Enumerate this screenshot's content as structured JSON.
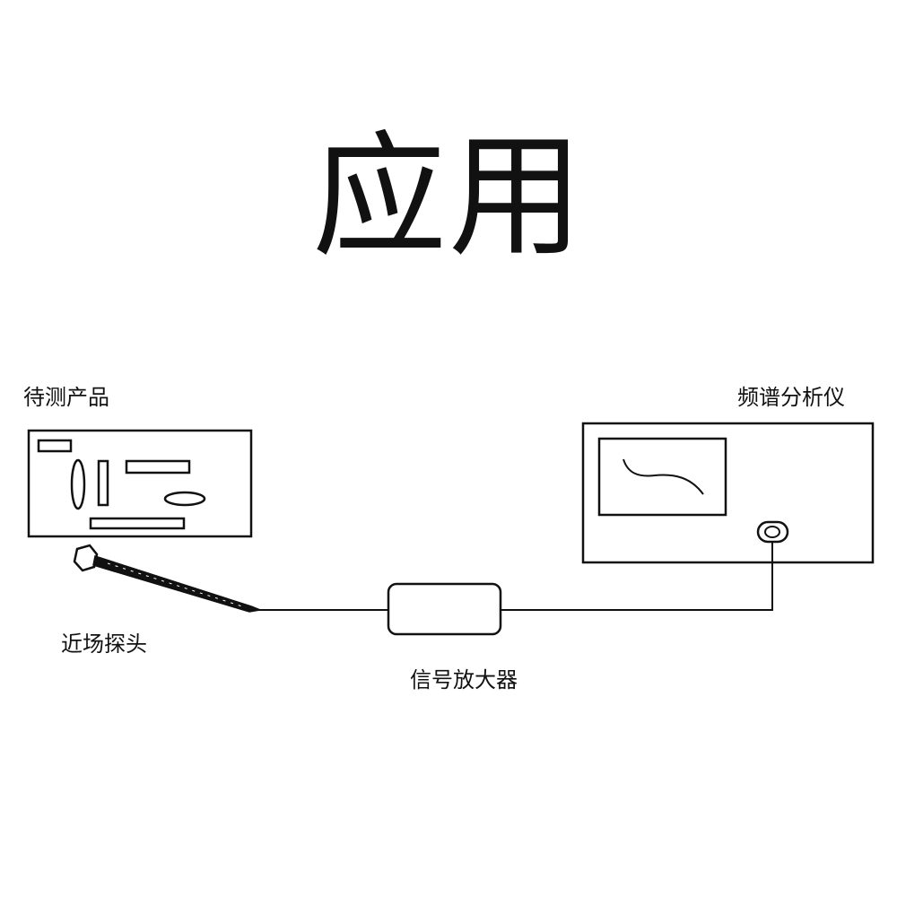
{
  "title": "应用",
  "labels": {
    "device_under_test": "待测产品",
    "spectrum_analyzer": "频谱分析仪",
    "near_field_probe": "近场探头",
    "signal_amplifier": "信号放大器"
  },
  "colors": {
    "stroke": "#111111",
    "background": "#ffffff"
  }
}
